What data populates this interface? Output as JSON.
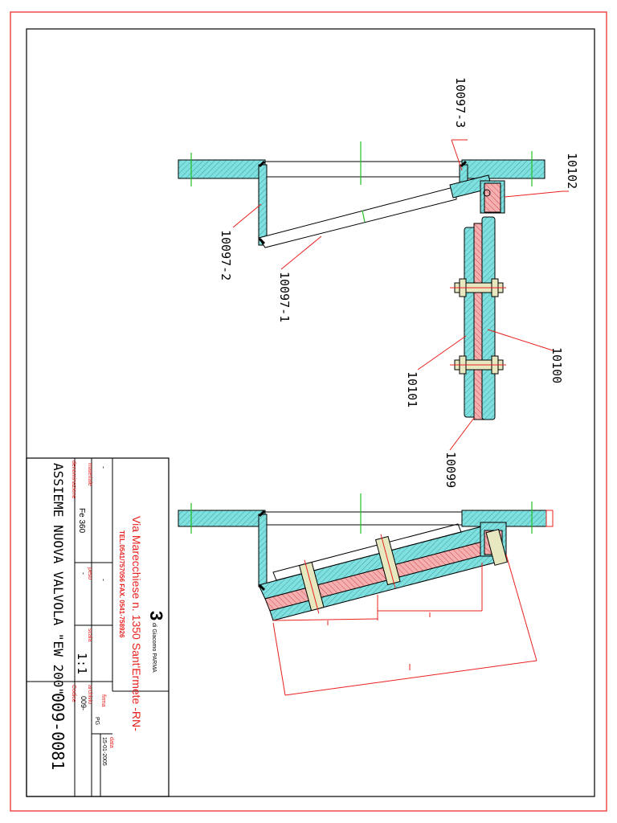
{
  "parts": {
    "p1": "10097-3",
    "p2": "10102",
    "p3": "10097-2",
    "p4": "10097-1",
    "p5": "10100",
    "p6": "10101",
    "p7": "10099"
  },
  "title_block": {
    "company_line1": "di Giacomo PARMA",
    "logo_letters": "3",
    "address": "Via Marecchiese n. 1350 Sant'Ermete -RN-",
    "phone": "TEL.0541/757056 FAX. 0541-758926",
    "firma_label": "firma",
    "firma_value": "PG",
    "data_label": "data",
    "data_value": "15-01-2005",
    "dash1": "-",
    "dash2": "-",
    "archivio_label": "archivio",
    "archivio_value": "009-",
    "materiale_label": "materiale",
    "materiale_value": "Fe 360",
    "peso_label": "peso",
    "peso_value": "-",
    "scala_label": "scala",
    "scala_value": "1:1",
    "codice_label": "Codice",
    "codice_value": "009-0081",
    "denominazione_label": "denominazione",
    "denominazione_value": "ASSIEME NUOVA VALVOLA \"EW 200\""
  },
  "colors": {
    "frame": "#e8201e",
    "steel": "#7fe0e0",
    "section": "#f0a0a0",
    "centerline": "#22c322"
  }
}
